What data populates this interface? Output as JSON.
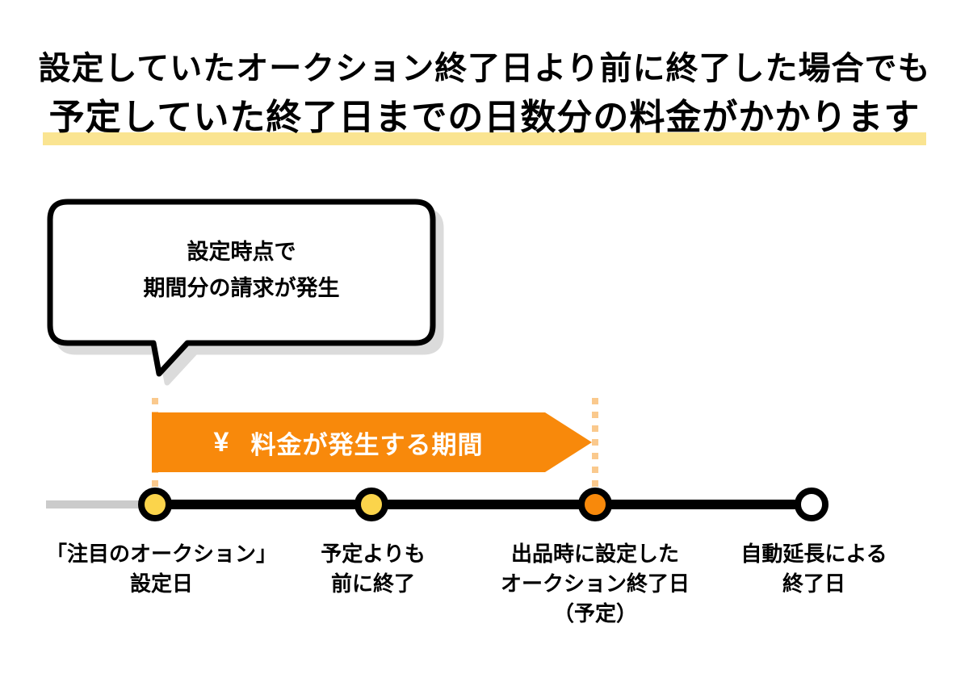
{
  "colors": {
    "orange": "#F8890B",
    "yellow": "#FBD44B",
    "dotted-orange": "#FAC98D",
    "highlight-yellow": "#FAE491",
    "shadow-gray": "#DBDBDB",
    "line-gray": "#CBCBCB",
    "ink": "#000000"
  },
  "title": {
    "line1": "設定していたオークション終了日より前に終了した場合でも",
    "line2": "予定していた終了日までの日数分の料金がかかります"
  },
  "callout": {
    "line1": "設定時点で",
    "line2": "期間分の請求が発生"
  },
  "banner": {
    "yen_symbol": "¥",
    "label": "料金が発生する期間"
  },
  "timeline": {
    "milestones": [
      {
        "dot_color": "#FBD44B",
        "line1": "「注目のオークション」",
        "line2": "設定日"
      },
      {
        "dot_color": "#FBD44B",
        "line1": "予定よりも",
        "line2": "前に終了"
      },
      {
        "dot_color": "#F8890B",
        "line1": "出品時に設定した",
        "line2": "オークション終了日",
        "line3": "（予定）"
      },
      {
        "dot_color": "#FFFFFF",
        "line1": "自動延長による",
        "line2": "終了日"
      }
    ]
  }
}
